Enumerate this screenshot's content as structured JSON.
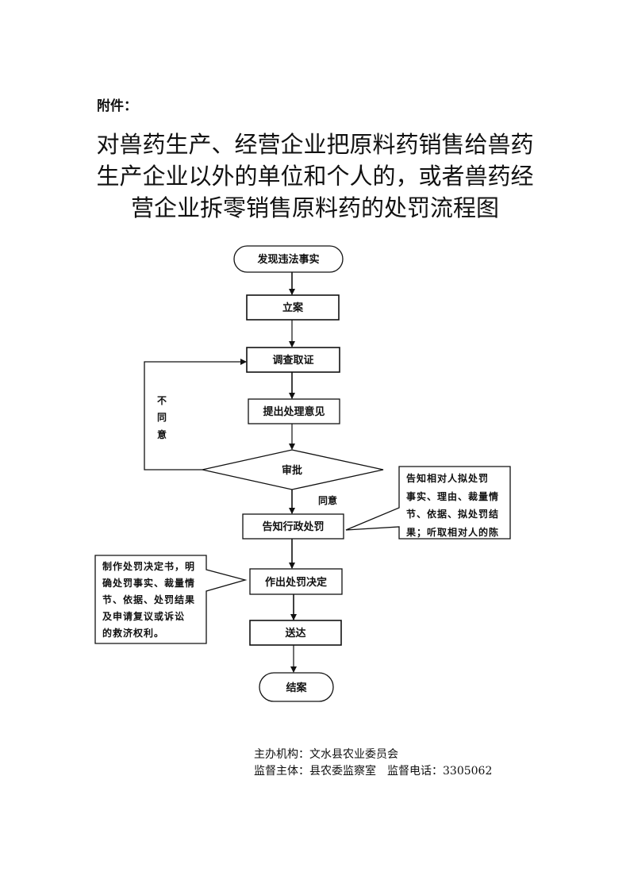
{
  "attachment_label": "附件：",
  "title": {
    "lines": [
      "对兽药生产、经营企业把原料药销售给兽药",
      "生产企业以外的单位和个人的，或者兽药经",
      "营企业拆零销售原料药的处罚流程图"
    ]
  },
  "flowchart": {
    "nodes": {
      "start": "发现违法事实",
      "file_case": "立案",
      "investigate": "调查取证",
      "propose": "提出处理意见",
      "approve": "审批",
      "notify": "告知行政处罚",
      "decide": "作出处罚决定",
      "deliver": "送达",
      "close": "结案"
    },
    "edge_labels": {
      "disagree": [
        "不",
        "同",
        "意"
      ],
      "agree": "同意"
    },
    "callouts": {
      "notify_note": [
        "告知相对人拟处罚",
        "事实、理由、裁量情",
        "节、依据、拟处罚结",
        "果；听取相对人的陈"
      ],
      "decide_note": [
        "制作处罚决定书，明",
        "确处罚事实、裁量情",
        "节、依据、处罚结果",
        "及申请复议或诉讼",
        "的救济权利。"
      ]
    }
  },
  "footer": {
    "organizer": "主办机构：文水县农业委员会",
    "supervisor": "监督主体：县农委监察室",
    "phone_label": "监督电话：",
    "phone": "3305062"
  }
}
